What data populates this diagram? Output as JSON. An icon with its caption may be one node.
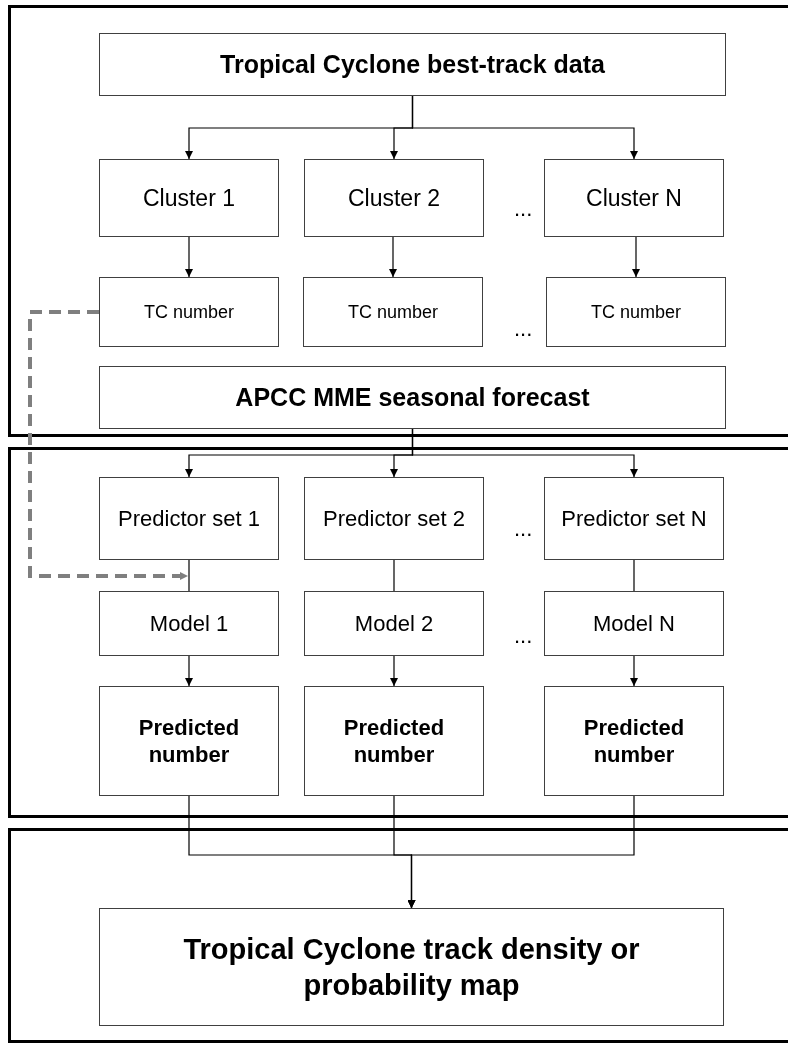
{
  "diagram": {
    "nodes": [
      {
        "text": [],
        "shape": "box"
      },
      {
        "text": [
          "Tropical Cyclone best-track data"
        ],
        "in": 0
      },
      {
        "text": [
          "Cluster 1"
        ],
        "in": 0
      },
      {
        "text": [
          "Cluster 2"
        ],
        "in": 0
      },
      {
        "text": [
          "Cluster N"
        ],
        "in": 0
      },
      {
        "text": [
          "TC number"
        ],
        "in": 0
      },
      {
        "text": [
          "TC number"
        ],
        "in": 0
      },
      {
        "text": [
          "TC number"
        ],
        "in": 0
      },
      {
        "text": [
          "APCC MME seasonal forecast"
        ],
        "in": 0
      },
      {
        "text": [],
        "shape": "box"
      },
      {
        "text": [
          "Predictor set 1"
        ],
        "in": 9
      },
      {
        "text": [
          "Predictor set 2"
        ],
        "in": 9
      },
      {
        "text": [
          "Predictor set N"
        ],
        "in": 9
      },
      {
        "text": [
          "Model 1"
        ],
        "in": 9
      },
      {
        "text": [
          "Model 2"
        ],
        "in": 9
      },
      {
        "text": [
          "Model N"
        ],
        "in": 9
      },
      {
        "text": [
          "Predicted number"
        ],
        "in": 9
      },
      {
        "text": [
          "Predicted number"
        ],
        "in": 9
      },
      {
        "text": [
          "Predicted number"
        ],
        "in": 9
      },
      {
        "text": [],
        "shape": "box"
      },
      {
        "text": [
          "Tropical Cyclone track density or probability map"
        ],
        "in": 19
      }
    ],
    "edges": [
      {
        "from": 1,
        "to": 2,
        "arrow": "to"
      },
      {
        "from": 1,
        "to": 3,
        "arrow": "to"
      },
      {
        "from": 1,
        "to": 4,
        "arrow": "to"
      },
      {
        "from": 2,
        "to": 5,
        "arrow": "to"
      },
      {
        "from": 3,
        "to": 6,
        "arrow": "to"
      },
      {
        "from": 4,
        "to": 7,
        "arrow": "to"
      },
      {
        "from": 8,
        "to": 10,
        "arrow": "to"
      },
      {
        "from": 8,
        "to": 11,
        "arrow": "to"
      },
      {
        "from": 8,
        "to": 12,
        "arrow": "to"
      },
      {
        "from": 10,
        "to": 13,
        "arrow": "none"
      },
      {
        "from": 11,
        "to": 14,
        "arrow": "none"
      },
      {
        "from": 12,
        "to": 15,
        "arrow": "none"
      },
      {
        "from": 13,
        "to": 16,
        "arrow": "to"
      },
      {
        "from": 14,
        "to": 17,
        "arrow": "to"
      },
      {
        "from": 15,
        "to": 18,
        "arrow": "to"
      },
      {
        "from": 16,
        "to": 20,
        "arrow": "to"
      },
      {
        "from": 17,
        "to": 20,
        "arrow": "to"
      },
      {
        "from": 18,
        "to": 20,
        "arrow": "to"
      },
      {
        "from": 5,
        "to": 13,
        "arrow": "to",
        "style": "dashed",
        "color": "#7f7f7f"
      }
    ],
    "labels": [
      "...",
      "...",
      "...",
      "..."
    ]
  }
}
